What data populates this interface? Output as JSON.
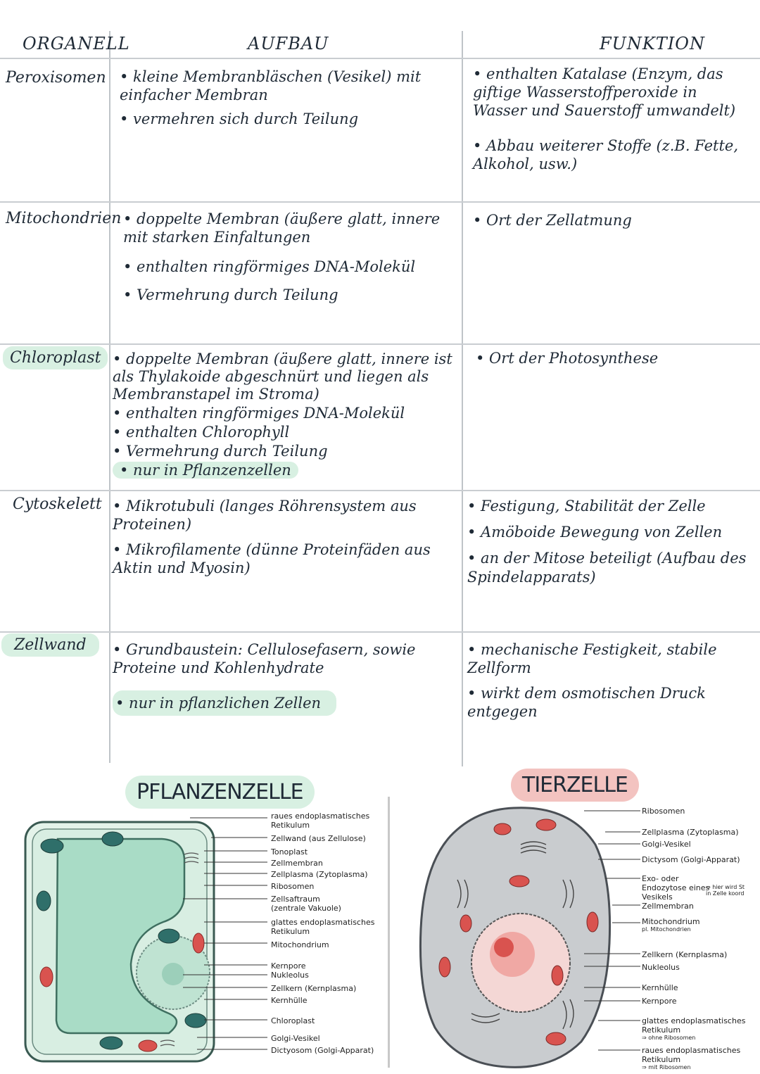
{
  "headers": {
    "organell": "ORGANELL",
    "aufbau": "AUFBAU",
    "funktion": "FUNKTION"
  },
  "rows": [
    {
      "name": "Peroxisomen",
      "aufbau": [
        "• kleine Membranbläschen (Vesikel) mit einfacher Membran",
        "• vermehren sich durch Teilung"
      ],
      "funktion": [
        "• enthalten Katalase (Enzym, das giftige Wasserstoffperoxide in Wasser und Sauerstoff umwandelt)",
        "• Abbau weiterer Stoffe (z.B. Fette, Alkohol, usw.)"
      ]
    },
    {
      "name": "Mitochondrien",
      "aufbau": [
        "• doppelte Membran (äußere glatt, innere mit starken Einfaltungen",
        "• enthalten ringförmiges DNA-Molekül",
        "• Vermehrung durch Teilung"
      ],
      "funktion": [
        "• Ort der Zellatmung"
      ]
    },
    {
      "name": "Chloroplast",
      "aufbau": [
        "• doppelte Membran (äußere glatt, innere ist als Thylakoide abgeschnürt und liegen als Membranstapel im Stroma)",
        "• enthalten ringförmiges DNA-Molekül",
        "• enthalten Chlorophyll",
        "• Vermehrung durch Teilung",
        "• nur in Pflanzenzellen"
      ],
      "funktion": [
        "• Ort der Photosynthese"
      ]
    },
    {
      "name": "Cytoskelett",
      "aufbau": [
        "• Mikrotubuli (langes Röhrensystem aus Proteinen)",
        "• Mikrofilamente (dünne Proteinfäden aus Aktin und Myosin)"
      ],
      "funktion": [
        "• Festigung, Stabilität der Zelle",
        "• Amöboide Bewegung von Zellen",
        "• an der Mitose beteiligt (Aufbau des Spindelapparats)"
      ]
    },
    {
      "name": "Zellwand",
      "aufbau": [
        "• Grundbaustein: Cellulosefasern, sowie Proteine und Kohlenhydrate",
        "• nur in pflanzlichen Zellen"
      ],
      "funktion": [
        "• mechanische Festigkeit, stabile Zellform",
        "• wirkt dem osmotischen Druck entgegen"
      ]
    }
  ],
  "plant": {
    "title": "PFLANZENZELLE",
    "labels": [
      "raues endoplasmatisches Retikulum",
      "Zellwand (aus Zellulose)",
      "Tonoplast",
      "Zellmembran",
      "Zellplasma (Zytoplasma)",
      "Ribosomen",
      "Zellsaftraum (zentrale Vakuole)",
      "glattes endoplasmatisches Retikulum",
      "Mitochondrium",
      "Kernpore",
      "Nukleolus",
      "Zellkern (Kernplasma)",
      "Kernhülle",
      "Chloroplast",
      "Golgi-Vesikel",
      "Dictyosom (Golgi-Apparat)"
    ]
  },
  "animal": {
    "title": "TIERZELLE",
    "labels": [
      "Ribosomen",
      "Zellplasma (Zytoplasma)",
      "Golgi-Vesikel",
      "Dictysom (Golgi-Apparat)",
      "Exo- oder Endozytose eines Vesikels",
      "Zellmembran",
      "Mitochondrium",
      "Zellkern (Kernplasma)",
      "Nukleolus",
      "Kernhülle",
      "Kernpore",
      "glattes endoplasmatisches Retikulum",
      "raues endoplasmatisches Retikulum"
    ],
    "notes": {
      "exo": "⇒ hier wird St in Zelle koord",
      "mito": "pl. Mitochondrien",
      "glatt": "⇒ ohne Ribosomen",
      "rau": "⇒ mit Ribosomen"
    }
  },
  "colors": {
    "highlight": "#d8f0e2",
    "tierzelle": "#f3c3c0",
    "plant_fill": "#cfe9dc",
    "animal_fill": "#c9cccf",
    "nucleus": "#f0a8a4"
  }
}
